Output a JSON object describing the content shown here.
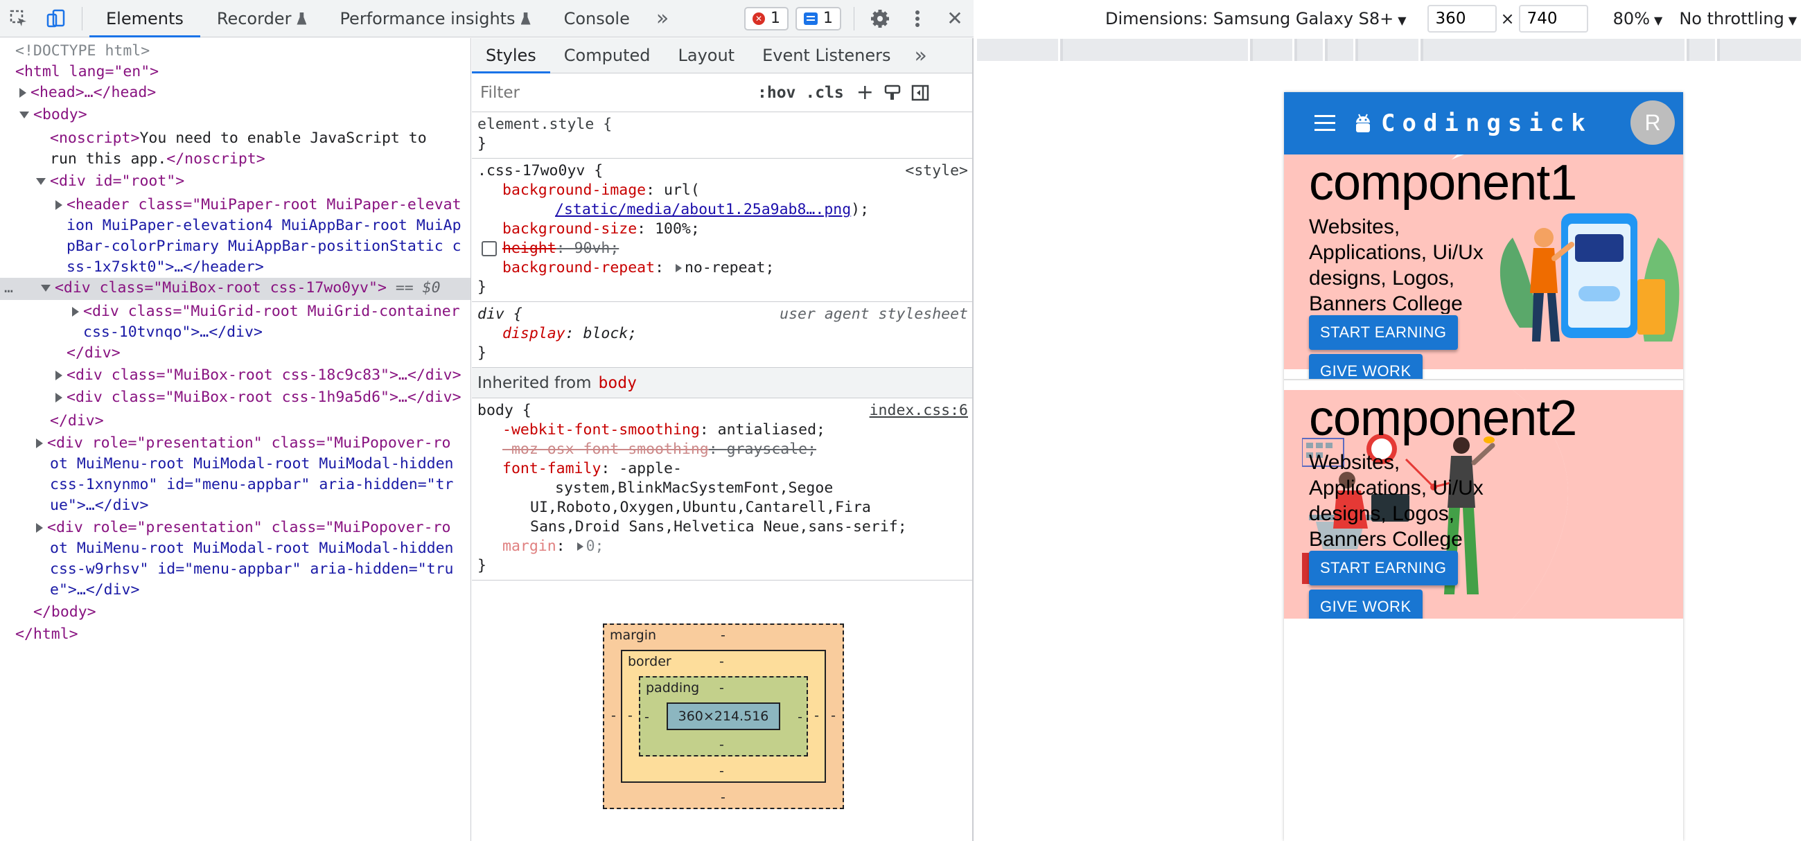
{
  "devtools": {
    "tabs": [
      "Elements",
      "Recorder",
      "Performance insights",
      "Console"
    ],
    "more": "»",
    "error_count": "1",
    "message_count": "1",
    "close": "✕"
  },
  "elements": {
    "doctype": "<!DOCTYPE html>",
    "html_open": "<html lang=\"en\">",
    "head": "<head>…</head>",
    "body_open": "<body>",
    "noscript_open": "<noscript>",
    "noscript_text_1": "You need to enable JavaScript to",
    "noscript_text_2": "run this app.",
    "noscript_close": "</noscript>",
    "root_div": "<div id=\"root\">",
    "header_1": "<header class=\"MuiPaper-root MuiPaper-elevat",
    "header_2": "ion MuiPaper-elevation4 MuiAppBar-root MuiAp",
    "header_3": "pBar-colorPrimary MuiAppBar-positionStatic c",
    "header_4": "ss-1x7skt0\">…</header>",
    "selected_div": "<div class=\"MuiBox-root css-17wo0yv\">",
    "selected_suffix": "== $0",
    "grid_1": "<div class=\"MuiGrid-root MuiGrid-container",
    "grid_2": "css-10tvnqo\">…</div>",
    "div_close": "</div>",
    "box2": "<div class=\"MuiBox-root css-18c9c83\">…</div>",
    "box3": "<div class=\"MuiBox-root css-1h9a5d6\">…</div>",
    "root_close": "</div>",
    "pop1_1": "<div role=\"presentation\" class=\"MuiPopover-ro",
    "pop1_2": "ot MuiMenu-root MuiModal-root MuiModal-hidden",
    "pop1_3": "css-1xnynmo\" id=\"menu-appbar\" aria-hidden=\"tr",
    "pop1_4": "ue\">…</div>",
    "pop2_1": "<div role=\"presentation\" class=\"MuiPopover-ro",
    "pop2_2": "ot MuiMenu-root MuiModal-root MuiModal-hidden",
    "pop2_3": "css-w9rhsv\" id=\"menu-appbar\" aria-hidden=\"tru",
    "pop2_4": "e\">…</div>",
    "body_close": "</body>",
    "html_close": "</html>"
  },
  "styles": {
    "tabs": [
      "Styles",
      "Computed",
      "Layout",
      "Event Listeners"
    ],
    "more": "»",
    "filter_placeholder": "Filter",
    "hov": ":hov",
    "cls": ".cls",
    "element_style": "element.style {",
    "close_brace": "}",
    "rule1_selector": ".css-17wo0yv {",
    "rule1_source": "<style>",
    "bg_image_name": "background-image",
    "bg_image_val": "url(",
    "bg_image_url": "/static/media/about1.25a9ab8….png",
    "bg_image_end": ");",
    "bg_size_name": "background-size",
    "bg_size_val": "100%;",
    "height_name": "height",
    "height_val": "90vh;",
    "bg_repeat_name": "background-repeat",
    "bg_repeat_val": "no-repeat;",
    "rule2_selector": "div {",
    "rule2_source": "user agent stylesheet",
    "display_name": "display",
    "display_val": "block;",
    "inherited_label": "Inherited from",
    "inherited_el": "body",
    "rule3_selector": "body {",
    "rule3_source": "index.css:6",
    "wfs_name": "-webkit-font-smoothing",
    "wfs_val": "antialiased;",
    "moz_name": "-moz-osx-font-smoothing",
    "moz_val": "grayscale;",
    "ff_name": "font-family",
    "ff_val_1": "-apple-",
    "ff_val_2": "system,BlinkMacSystemFont,Segoe",
    "ff_val_3": "UI,Roboto,Oxygen,Ubuntu,Cantarell,Fira",
    "ff_val_4": "Sans,Droid Sans,Helvetica Neue,sans-serif;",
    "margin_name": "margin",
    "margin_val": "0;"
  },
  "boxmodel": {
    "margin": "margin",
    "border": "border",
    "padding": "padding",
    "content": "360×214.516",
    "dash": "-"
  },
  "device": {
    "dimensions_label": "Dimensions: Samsung Galaxy S8+",
    "width": "360",
    "height": "740",
    "times": "×",
    "zoom": "80%",
    "throttling": "No throttling"
  },
  "app": {
    "brand": "Codingsick",
    "avatar_letter": "R",
    "sections": [
      {
        "title": "component1",
        "text": "Websites, Applications, Ui/Ux designs, Logos, Banners College",
        "btn1": "START EARNING",
        "btn2": "GIVE WORK"
      },
      {
        "title": "component2",
        "text": "Websites, Applications, Ui/Ux designs, Logos, Banners College",
        "btn1": "START EARNING",
        "btn2": "GIVE WORK"
      }
    ]
  },
  "colors": {
    "devtools_blue": "#1a73e8",
    "mui_primary": "#1976d2",
    "salmon": "#ffc4bd",
    "error_red": "#d93025"
  }
}
